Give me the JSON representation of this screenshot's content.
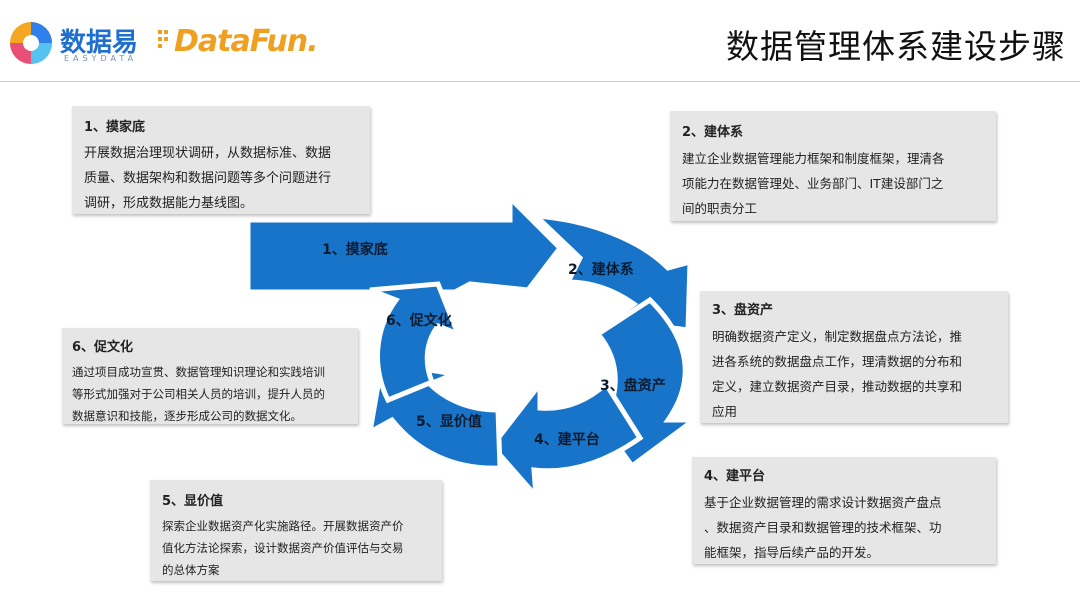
{
  "header": {
    "logo_cn": "数据易",
    "logo_en": "EASYDATA",
    "partner_logo": "DataFun.",
    "title": "数据管理体系建设步骤"
  },
  "colors": {
    "accent": "#1874c8",
    "box_bg": "#e6e6e6",
    "logo_blue": "#1f6fd1",
    "logo_orange": "#f0a020"
  },
  "cycle": {
    "labels": [
      "1、摸家底",
      "2、建体系",
      "3、盘资产",
      "4、建平台",
      "5、显价值",
      "6、促文化"
    ]
  },
  "boxes": [
    {
      "title": "1、摸家底",
      "lines": [
        "开展数据治理现状调研，从数据标准、数据",
        "质量、数据架构和数据问题等多个问题进行",
        "调研，形成数据能力基线图。"
      ]
    },
    {
      "title": "2、建体系",
      "lines": [
        "建立企业数据管理能力框架和制度框架，理清各",
        "项能力在数据管理处、业务部门、IT建设部门之",
        "间的职责分工"
      ]
    },
    {
      "title": "3、盘资产",
      "lines": [
        "明确数据资产定义，制定数据盘点方法论，推",
        "进各系统的数据盘点工作，理清数据的分布和",
        "定义，建立数据资产目录，推动数据的共享和",
        "应用"
      ]
    },
    {
      "title": "4、建平台",
      "lines": [
        "基于企业数据管理的需求设计数据资产盘点",
        "、数据资产目录和数据管理的技术框架、功",
        "能框架，指导后续产品的开发。"
      ]
    },
    {
      "title": "5、显价值",
      "lines": [
        "探索企业数据资产化实施路径。开展数据资产价",
        "值化方法论探索，设计数据资产价值评估与交易",
        "的总体方案"
      ]
    },
    {
      "title": "6、促文化",
      "lines": [
        "通过项目成功宣贯、数据管理知识理论和实践培训",
        "等形式加强对于公司相关人员的培训，提升人员的",
        "数据意识和技能，逐步形成公司的数据文化。"
      ]
    }
  ]
}
